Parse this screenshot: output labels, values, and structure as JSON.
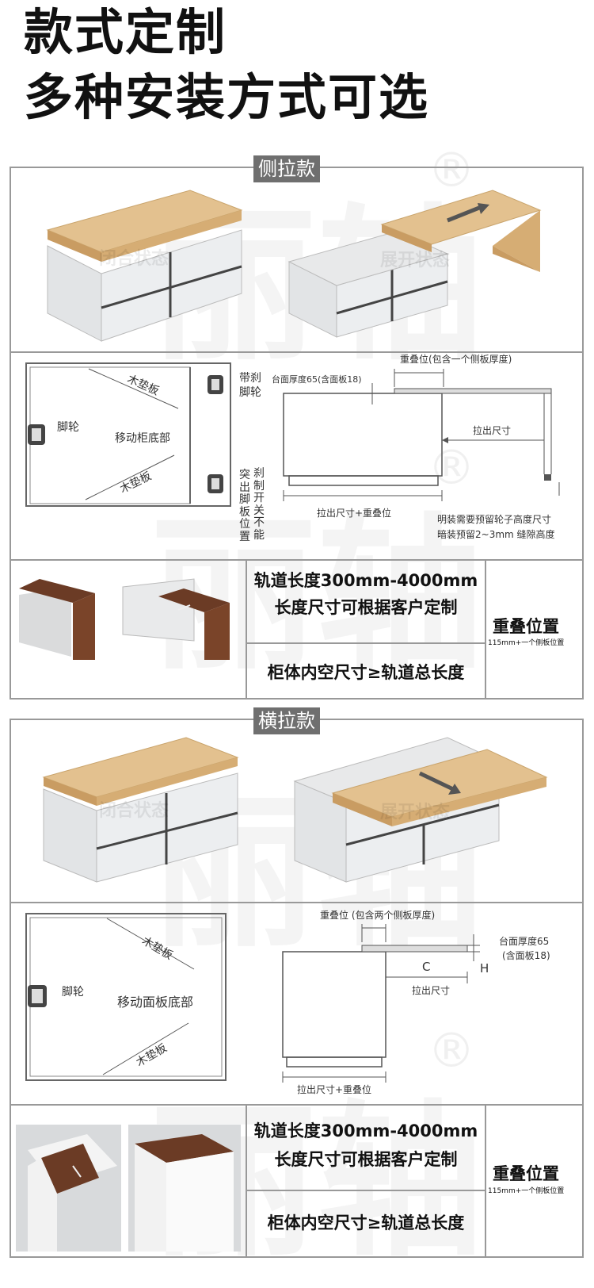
{
  "title": {
    "line1": "款式定制",
    "line2": "多种安装方式可选"
  },
  "watermark": {
    "brand": "丽轴",
    "reg": "®"
  },
  "side": {
    "tag": "侧拉款",
    "closed_label": "闭合状态",
    "open_label": "展开状态",
    "diagram": {
      "wood_pad_top": "木垫板",
      "wood_pad_bottom": "木垫板",
      "caster": "脚轮",
      "base": "移动柜底部",
      "brake_caster": [
        "带刹",
        "脚轮"
      ],
      "note_col1": [
        "突",
        "出",
        "脚",
        "板",
        "位",
        "置"
      ],
      "note_col2": [
        "刹",
        "制",
        "开",
        "关",
        "不",
        "能"
      ],
      "overlap": "重叠位(包含一个侧板厚度)",
      "top_thickness": "台面厚度65(含面板18)",
      "pull_size": "拉出尺寸",
      "pull_plus_overlap": "拉出尺寸+重叠位",
      "note_line1": "明装需要预留轮子高度尺寸",
      "note_line2": "暗装预留2~3mm 缝隙高度"
    },
    "spec": {
      "line1": "轨道长度300mm-4000mm",
      "line2": "长度尺寸可根据客户定制",
      "line3": "柜体内空尺寸≥轨道总长度",
      "overlap_title": "重叠位置",
      "overlap_value": "115mm+一个侧板位置"
    }
  },
  "horizontal": {
    "tag": "横拉款",
    "closed_label": "闭合状态",
    "open_label": "展开状态",
    "diagram": {
      "wood_pad_top": "木垫板",
      "wood_pad_bottom": "木垫板",
      "caster": "脚轮",
      "base": "移动面板底部",
      "overlap": "重叠位 (包含两个侧板厚度)",
      "top_thickness_1": "台面厚度65",
      "top_thickness_2": "(含面板18)",
      "c": "C",
      "h": "H",
      "pull_size": "拉出尺寸",
      "pull_plus_overlap": "拉出尺寸+重叠位"
    },
    "spec": {
      "line1": "轨道长度300mm-4000mm",
      "line2": "长度尺寸可根据客户定制",
      "line3": "柜体内空尺寸≥轨道总长度",
      "overlap_title": "重叠位置",
      "overlap_value": "115mm+一个侧板位置"
    }
  }
}
